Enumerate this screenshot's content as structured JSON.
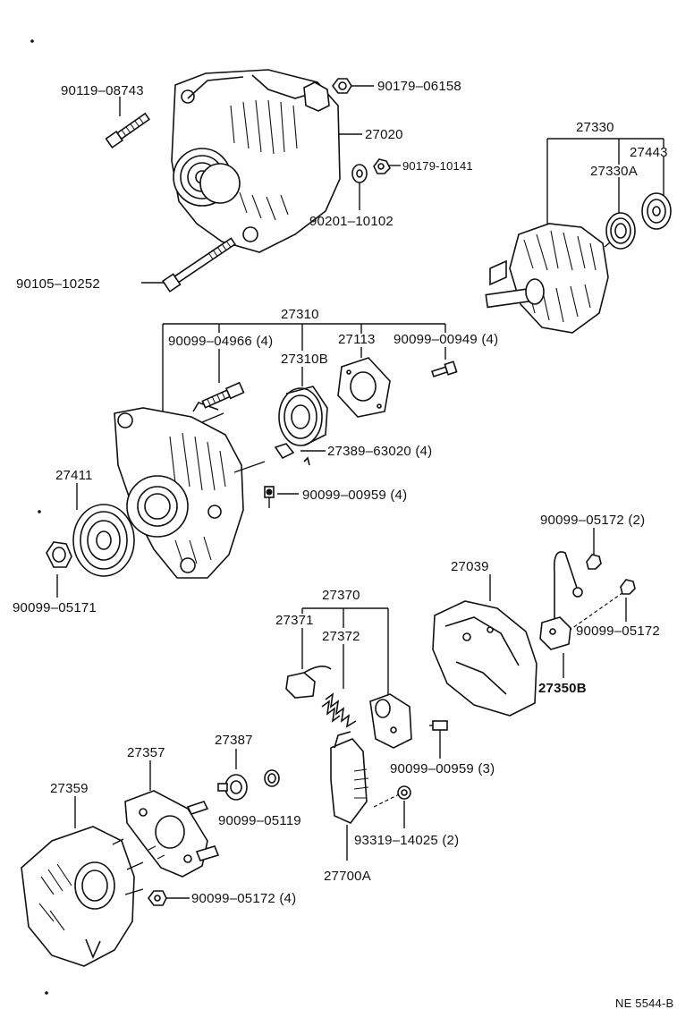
{
  "labels": {
    "p90119_08743": "90119–08743",
    "p90179_06158": "90179–06158",
    "p27020": "27020",
    "p90179_10141": "90179-10141",
    "p90201_10102": "90201–10102",
    "p90105_10252": "90105–10252",
    "p27330": "27330",
    "p27443": "27443",
    "p27330A": "27330A",
    "p27310": "27310",
    "p90099_04966": "90099–04966 (4)",
    "p27113": "27113",
    "p90099_00949": "90099–00949 (4)",
    "p27310B": "27310B",
    "p27389_63020": "27389–63020 (4)",
    "p27411": "27411",
    "p90099_00959_4": "90099–00959 (4)",
    "p90099_05171": "90099–05171",
    "p90099_05172_2": "90099–05172 (2)",
    "p27039": "27039",
    "p90099_05172": "90099–05172",
    "p27350B": "27350B",
    "p27370": "27370",
    "p27371": "27371",
    "p27372": "27372",
    "p90099_00959_3": "90099–00959 (3)",
    "p93319_14025": "93319–14025 (2)",
    "p27700A": "27700A",
    "p27357": "27357",
    "p27387": "27387",
    "p27359": "27359",
    "p90099_05119": "90099–05119",
    "p90099_05172_4": "90099–05172 (4)",
    "diagram_code": "NE 5544-B"
  }
}
